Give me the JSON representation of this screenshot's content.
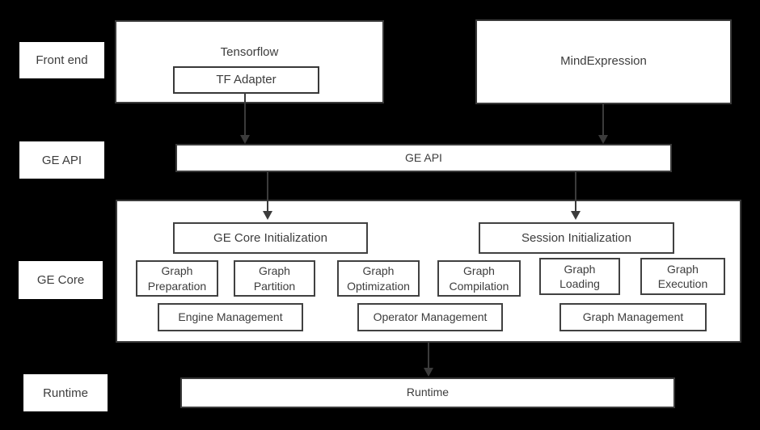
{
  "colors": {
    "background": "#000000",
    "box_fill": "#ffffff",
    "box_border": "#3a3a3a",
    "text": "#3d3d3d",
    "arrow": "#3b3b3b"
  },
  "side_labels": {
    "front_end": "Front end",
    "ge_api": "GE API",
    "ge_core": "GE Core",
    "runtime": "Runtime"
  },
  "front_end": {
    "tensorflow_label": "Tensorflow",
    "tf_adapter_label": "TF Adapter",
    "mindexpression_label": "MindExpression"
  },
  "ge_api": {
    "label": "GE API"
  },
  "ge_core": {
    "ge_core_init_label": "GE Core Initialization",
    "session_init_label": "Session Initialization",
    "modules": [
      "Graph Preparation",
      "Graph Partition",
      "Graph Optimization",
      "Graph Compilation",
      "Graph Loading",
      "Graph Execution"
    ],
    "management": [
      "Engine Management",
      "Operator Management",
      "Graph Management"
    ]
  },
  "runtime": {
    "label": "Runtime"
  }
}
